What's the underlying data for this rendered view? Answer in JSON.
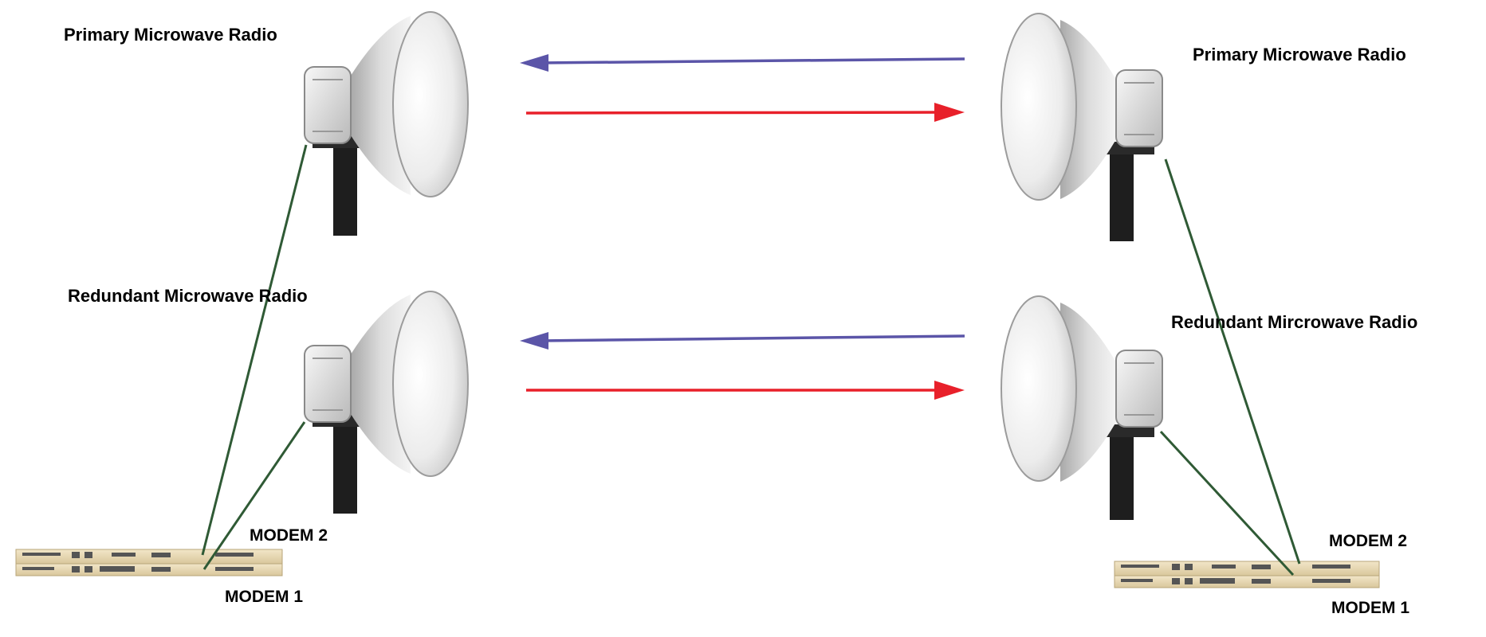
{
  "labels": {
    "left_primary": "Primary Microwave Radio",
    "left_redundant": "Redundant Microwave Radio",
    "right_primary": "Primary Microwave Radio",
    "right_redundant": "Redundant Mircrowave Radio",
    "left_modem2": "MODEM 2",
    "left_modem1": "MODEM 1",
    "right_modem2": "MODEM 2",
    "right_modem1": "MODEM 1"
  },
  "colors": {
    "rx_arrow": "#5b55a8",
    "tx_arrow": "#e8202a",
    "cable": "#2f5a35",
    "dish": "#eeeeee",
    "mast": "#1e1e1e",
    "modem": "#e8d8b4"
  }
}
